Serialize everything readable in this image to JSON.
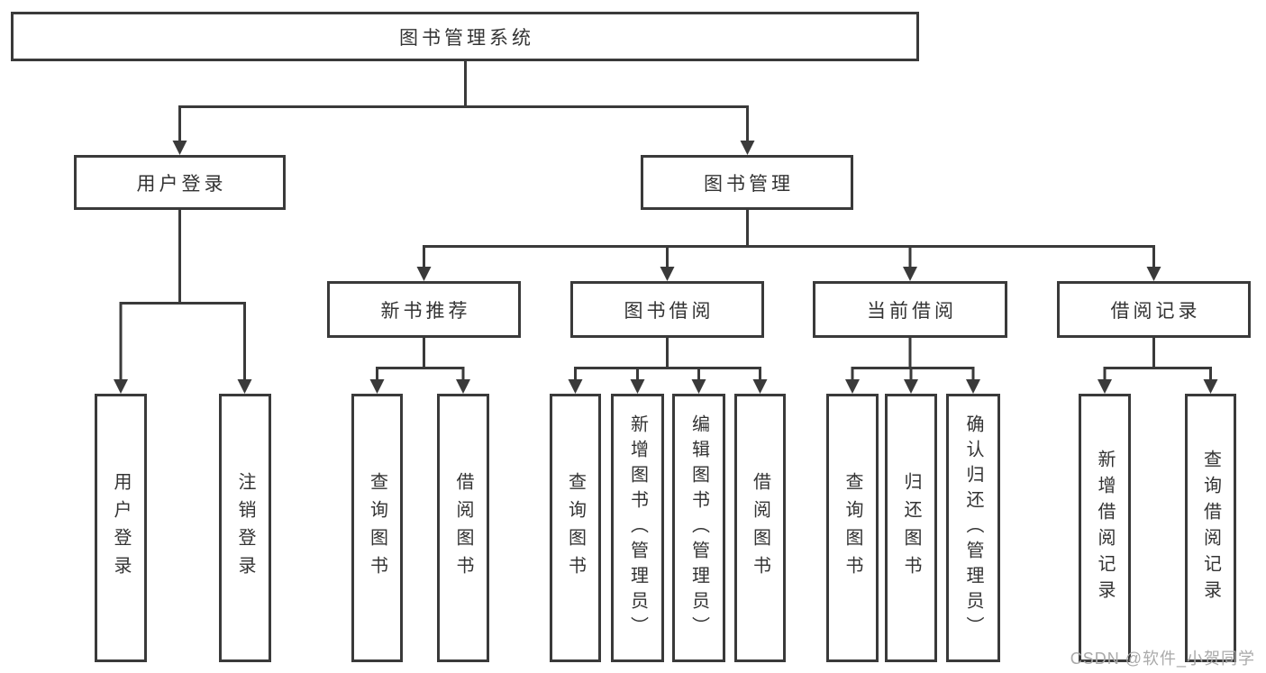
{
  "diagram_type": "hierarchy",
  "colors": {
    "line": "#3a3a3a",
    "box_border": "#3a3a3a",
    "text": "#333333",
    "background": "#ffffff",
    "watermark": "#aaaaaa"
  },
  "tree": {
    "label": "图书管理系统",
    "children": [
      {
        "label": "用户登录",
        "children": [
          {
            "label": "用户登录"
          },
          {
            "label": "注销登录"
          }
        ]
      },
      {
        "label": "图书管理",
        "children": [
          {
            "label": "新书推荐",
            "children": [
              {
                "label": "查询图书"
              },
              {
                "label": "借阅图书"
              }
            ]
          },
          {
            "label": "图书借阅",
            "children": [
              {
                "label": "查询图书"
              },
              {
                "label": "新增图书（管理员）"
              },
              {
                "label": "编辑图书（管理员）"
              },
              {
                "label": "借阅图书"
              }
            ]
          },
          {
            "label": "当前借阅",
            "children": [
              {
                "label": "查询图书"
              },
              {
                "label": "归还图书"
              },
              {
                "label": "确认归还（管理员）"
              }
            ]
          },
          {
            "label": "借阅记录",
            "children": [
              {
                "label": "新增借阅记录"
              },
              {
                "label": "查询借阅记录"
              }
            ]
          }
        ]
      }
    ]
  },
  "watermark": "CSDN @软件_小贺同学"
}
